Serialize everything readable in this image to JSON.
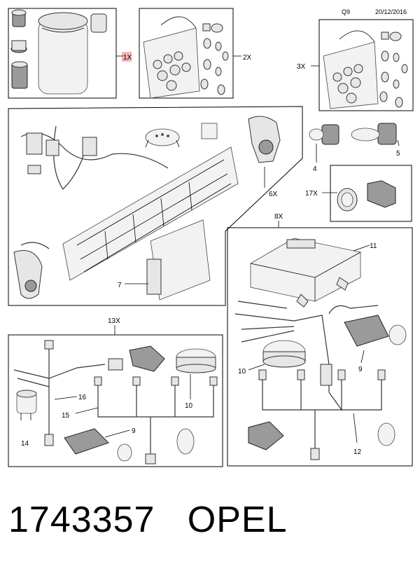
{
  "header": {
    "code": "Q9",
    "date": "20/12/2016"
  },
  "callouts": {
    "c1x": "1X",
    "c2x": "2X",
    "c3x": "3X",
    "c4": "4",
    "c5": "5",
    "c17x": "17X",
    "c6x": "6X",
    "c7": "7",
    "c8x": "8X",
    "c11": "11",
    "c10a": "10",
    "c9a": "9",
    "c12": "12",
    "c13x": "13X",
    "c16": "16",
    "c15": "15",
    "c14": "14",
    "c9b": "9",
    "c10b": "10"
  },
  "footer": {
    "part_number": "1743357",
    "brand": "OPEL"
  },
  "colors": {
    "highlight": "#f4b6b6",
    "line": "#000000",
    "part_fill": "#e6e6e6"
  }
}
